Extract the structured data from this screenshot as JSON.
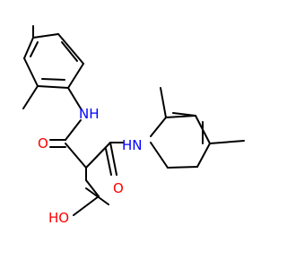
{
  "molecule": {
    "colors": {
      "carbon": "#000000",
      "nitrogen": "#0000ff",
      "oxygen": "#ff0000",
      "highlight": "#ff00ff",
      "background": "#ffffff"
    },
    "labels": {
      "nh_top": "NH",
      "o_left": "O",
      "nh_right": "HN",
      "o_right": "O",
      "oh": "HO"
    }
  }
}
